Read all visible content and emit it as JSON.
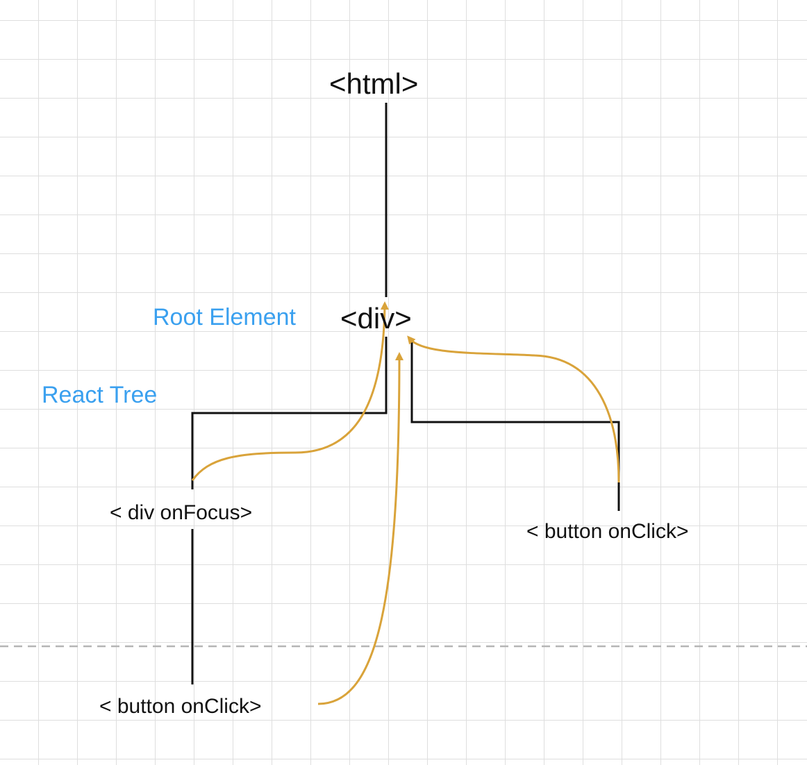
{
  "diagram": {
    "nodes": {
      "html": "<html>",
      "root_div": "<div>",
      "div_onfocus": "< div onFocus>",
      "button_left": "< button onClick>",
      "button_right": "< button onClick>"
    },
    "annotations": {
      "root_element": "Root Element",
      "react_tree": "React Tree"
    },
    "colors": {
      "tree_line": "#111111",
      "event_path": "#d9a33a",
      "annotation": "#3aa0ef",
      "grid": "#dedede",
      "separator": "#b5b5b5"
    }
  }
}
